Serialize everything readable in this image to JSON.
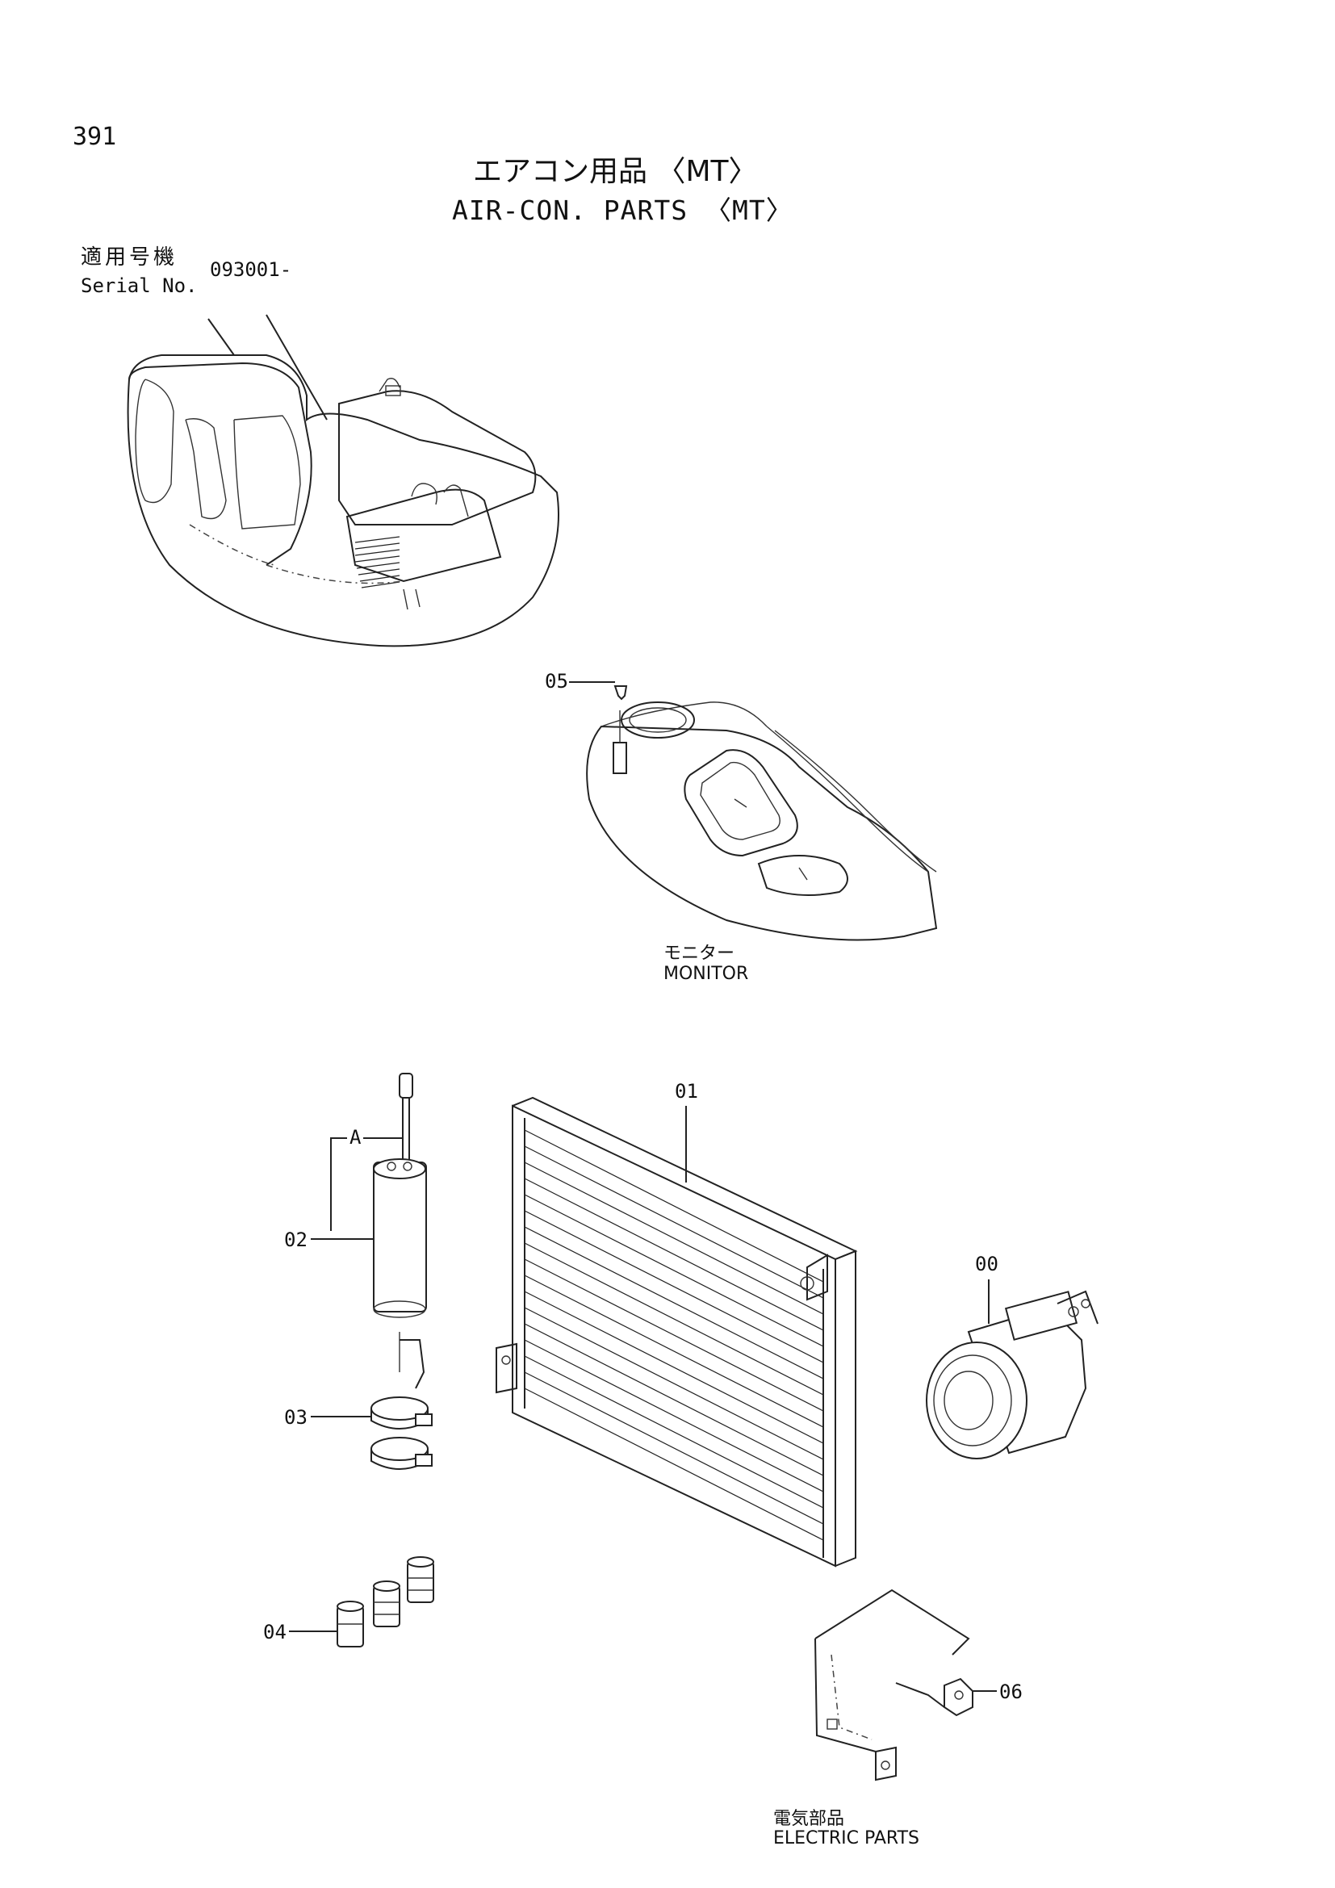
{
  "page": {
    "number": "391",
    "title_jp": "エアコン用品 〈MT〉",
    "title_en": "AIR-CON. PARTS 〈MT〉",
    "serial_label_jp": "適用号機",
    "serial_label_en": "Serial No.",
    "serial_value": "093001-"
  },
  "callouts": {
    "p00": "00",
    "p01": "01",
    "p02": "02",
    "p03": "03",
    "p04": "04",
    "p05": "05",
    "p06": "06",
    "a": "A"
  },
  "captions": {
    "monitor_jp": "モニター",
    "monitor_en": "MONITOR",
    "electric_jp": "電気部品",
    "electric_en": "ELECTRIC PARTS"
  }
}
